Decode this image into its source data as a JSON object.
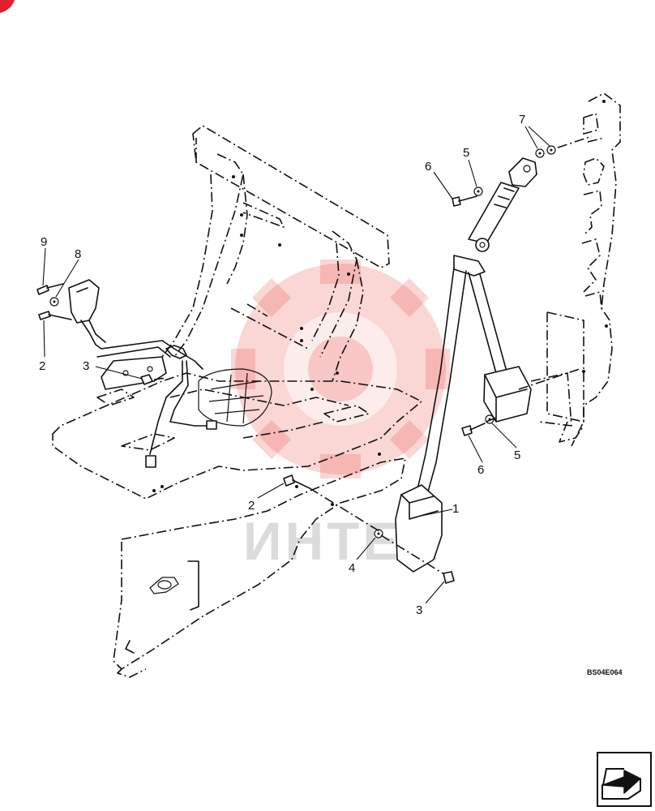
{
  "drawing_code": "BS04E064",
  "watermark_text": "ИНТЕХ",
  "callouts": [
    {
      "id": "c-9",
      "text": "9"
    },
    {
      "id": "c-8",
      "text": "8"
    },
    {
      "id": "c-2a",
      "text": "2"
    },
    {
      "id": "c-3a",
      "text": "3"
    },
    {
      "id": "c-6a",
      "text": "6"
    },
    {
      "id": "c-5a",
      "text": "5"
    },
    {
      "id": "c-7",
      "text": "7"
    },
    {
      "id": "c-5b",
      "text": "5"
    },
    {
      "id": "c-6b",
      "text": "6"
    },
    {
      "id": "c-1",
      "text": "1"
    },
    {
      "id": "c-2b",
      "text": "2"
    },
    {
      "id": "c-4",
      "text": "4"
    },
    {
      "id": "c-3b",
      "text": "3"
    }
  ],
  "colors": {
    "line": "#111111",
    "watermark": "#e8463f",
    "corner_mark": "#e0202a"
  },
  "icons": [
    "next-page-arrow-icon"
  ]
}
